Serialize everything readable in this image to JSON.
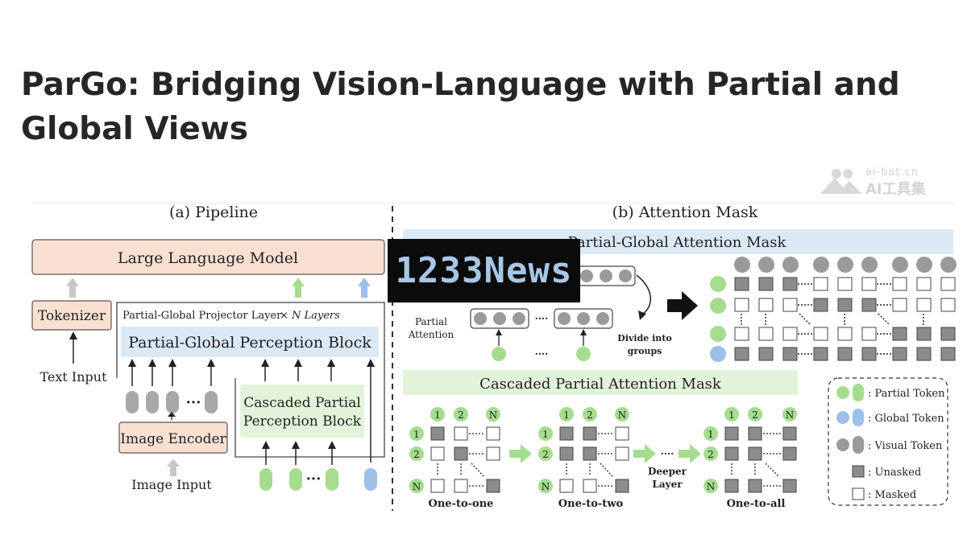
{
  "page": {
    "title": "ParGo: Bridging Vision-Language with Partial and Global Views"
  },
  "watermarks": {
    "ai_bot_domain": "ai-bot.cn",
    "ai_bot_name": "AI工具集",
    "news": "1233News"
  },
  "figure": {
    "pipeline": {
      "heading": "(a)  Pipeline",
      "llm": "Large Language Model",
      "tokenizer": "Tokenizer",
      "text_input": "Text Input",
      "projector_layer": "Partial-Global Projector Layer",
      "times": "×",
      "n_layers": "N Layers",
      "perception_block": "Partial-Global Perception Block",
      "ellipsis": "···",
      "cascaded_1": "Cascaded Partial",
      "cascaded_2": "Perception Block",
      "image_encoder": "Image Encoder",
      "image_input": "Image Input"
    },
    "attention": {
      "heading": "(b) Attention Mask",
      "pg_mask": "Partial-Global Attention Mask",
      "partial_1": "Partial",
      "partial_2": "Attention",
      "divide_1": "Divide into",
      "divide_2": "groups",
      "dots": "····",
      "cascaded_mask": "Cascaded Partial Attention Mask",
      "col_1": "1",
      "col_2": "2",
      "col_n": "N",
      "one_to_one": "One-to-one",
      "one_to_two": "One-to-two",
      "one_to_all": "One-to-all",
      "deeper_1": "Deeper",
      "deeper_2": "Layer",
      "legend": {
        "partial": ": Partial Token",
        "global": ": Global Token",
        "visual": ": Visual Token",
        "unmasked": ": Unasked",
        "masked": ": Masked"
      }
    }
  },
  "colors": {
    "green": "#a6dc8f",
    "blue": "#9cc0e8",
    "gray": "#9a9a9a",
    "salmon": "#f9e0d3",
    "light_blue": "#dbe8f6",
    "light_green": "#e2f3da",
    "dark_cell": "#8c8c8c"
  }
}
